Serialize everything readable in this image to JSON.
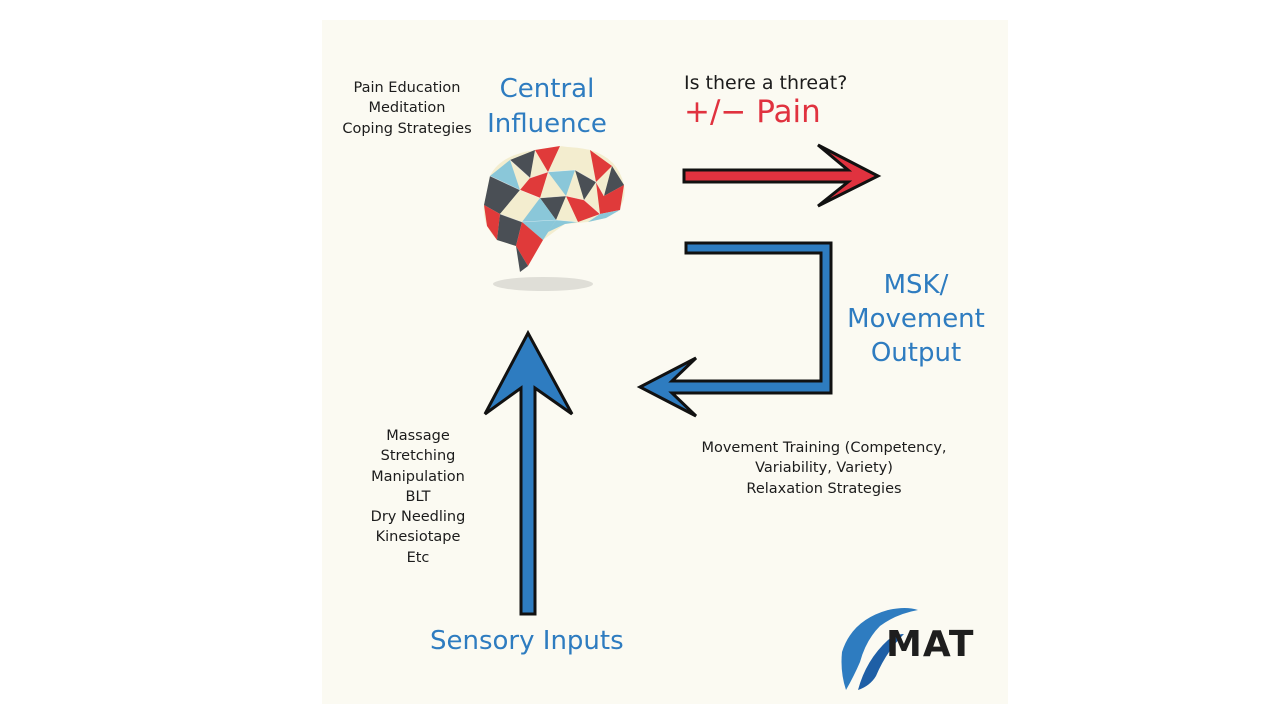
{
  "diagram": {
    "central_influence": {
      "title_line1": "Central",
      "title_line2": "Influence",
      "items": [
        "Pain Education",
        "Meditation",
        "Coping Strategies"
      ]
    },
    "threat": {
      "question": "Is there a threat?",
      "result": "+/− Pain"
    },
    "output": {
      "title_line1": "MSK/",
      "title_line2": "Movement",
      "title_line3": "Output",
      "items": [
        "Movement Training (Competency,",
        "Variability, Variety)",
        "Relaxation Strategies"
      ]
    },
    "sensory": {
      "title": "Sensory Inputs",
      "items": [
        "Massage",
        "Stretching",
        "Manipulation",
        "BLT",
        "Dry Needling",
        "Kinesiotape",
        "Etc"
      ]
    }
  },
  "logo": {
    "text": "MAT"
  },
  "colors": {
    "background": "#fbfaf2",
    "blue": "#2e7cc0",
    "red": "#e0323f",
    "arrow_outline": "#111111"
  }
}
